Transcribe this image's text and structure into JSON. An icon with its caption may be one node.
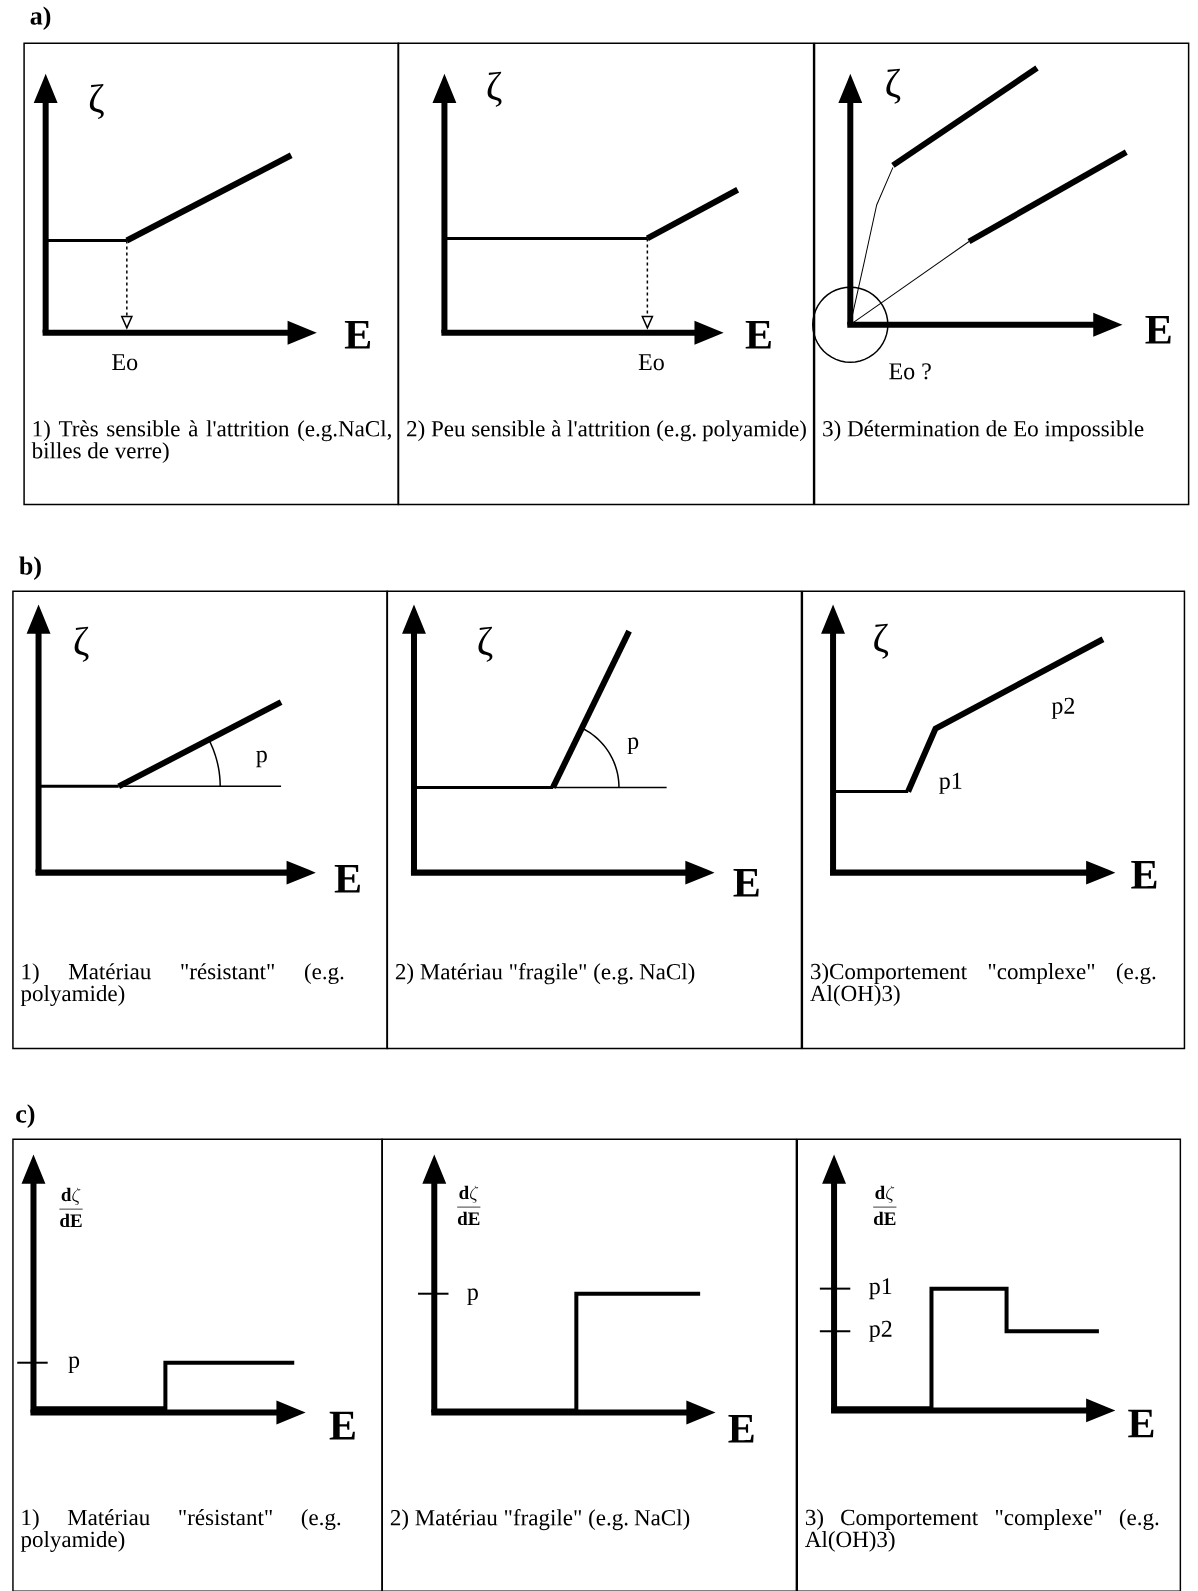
{
  "diagram": {
    "nodes": [
      {
        "text": [
          "ζ",
          "E",
          "Eo",
          "1) Très sensible à l'attrition (e.g.NaCl, billes de verre)"
        ]
      },
      {
        "text": [
          "ζ",
          "E",
          "Eo",
          "2) Peu sensible à l'attrition (e.g. polyamide)"
        ]
      },
      {
        "text": [
          "ζ",
          "E",
          "Eo ?",
          "3) Détermination de Eo impossible"
        ]
      },
      {
        "text": [
          "ζ",
          "E",
          "p",
          "1) Matériau \"résistant\" (e.g. polyamide)"
        ]
      },
      {
        "text": [
          "ζ",
          "E",
          "p",
          "2) Matériau \"fragile\" (e.g. NaCl)"
        ]
      },
      {
        "text": [
          "ζ",
          "E",
          "p1",
          "p2",
          "3)Comportement \"complexe\" (e.g. Al(OH)3)"
        ]
      },
      {
        "text": [
          "\\frac{\\mathbf{d}\\zeta}{\\mathbf{dE}}",
          "E",
          "p",
          "1) Matériau \"résistant\" (e.g. polyamide)"
        ]
      },
      {
        "text": [
          "\\frac{\\mathbf{d}\\zeta}{\\mathbf{dE}}",
          "E",
          "p",
          "2) Matériau \"fragile\" (e.g. NaCl)"
        ]
      },
      {
        "text": [
          "\\frac{\\mathbf{d}\\zeta}{\\mathbf{dE}}",
          "E",
          "p1",
          "p2",
          "3) Comportement \"complexe\" (e.g. Al(OH)3)"
        ]
      }
    ],
    "edges": [],
    "labels": [
      "a)",
      "b)",
      "c)"
    ]
  }
}
